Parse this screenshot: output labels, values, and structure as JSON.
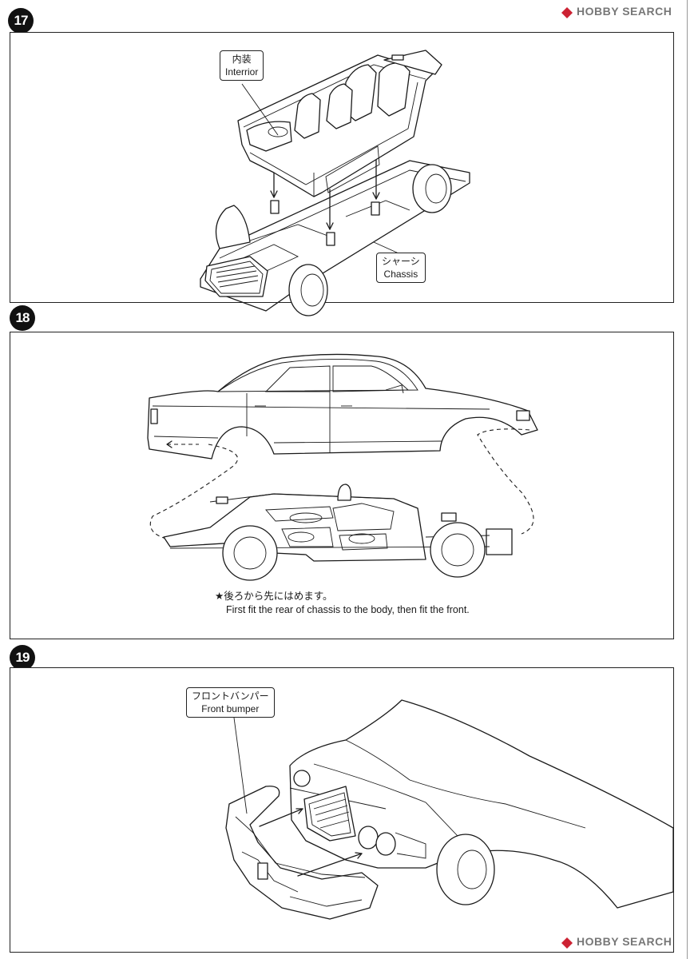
{
  "steps": [
    {
      "number": "17",
      "labels": [
        {
          "jp": "内装",
          "en": "Interrior"
        },
        {
          "jp": "シャーシ",
          "en": "Chassis"
        }
      ]
    },
    {
      "number": "18",
      "note": {
        "jp": "★後ろから先にはめます。",
        "en": "First fit the rear of chassis to the body, then fit the front."
      }
    },
    {
      "number": "19",
      "labels": [
        {
          "jp": "フロントバンパー",
          "en": "Front bumper"
        }
      ]
    }
  ],
  "watermark": {
    "top": "HOBBY SEARCH",
    "bottom": "HOBBY SEARCH"
  }
}
